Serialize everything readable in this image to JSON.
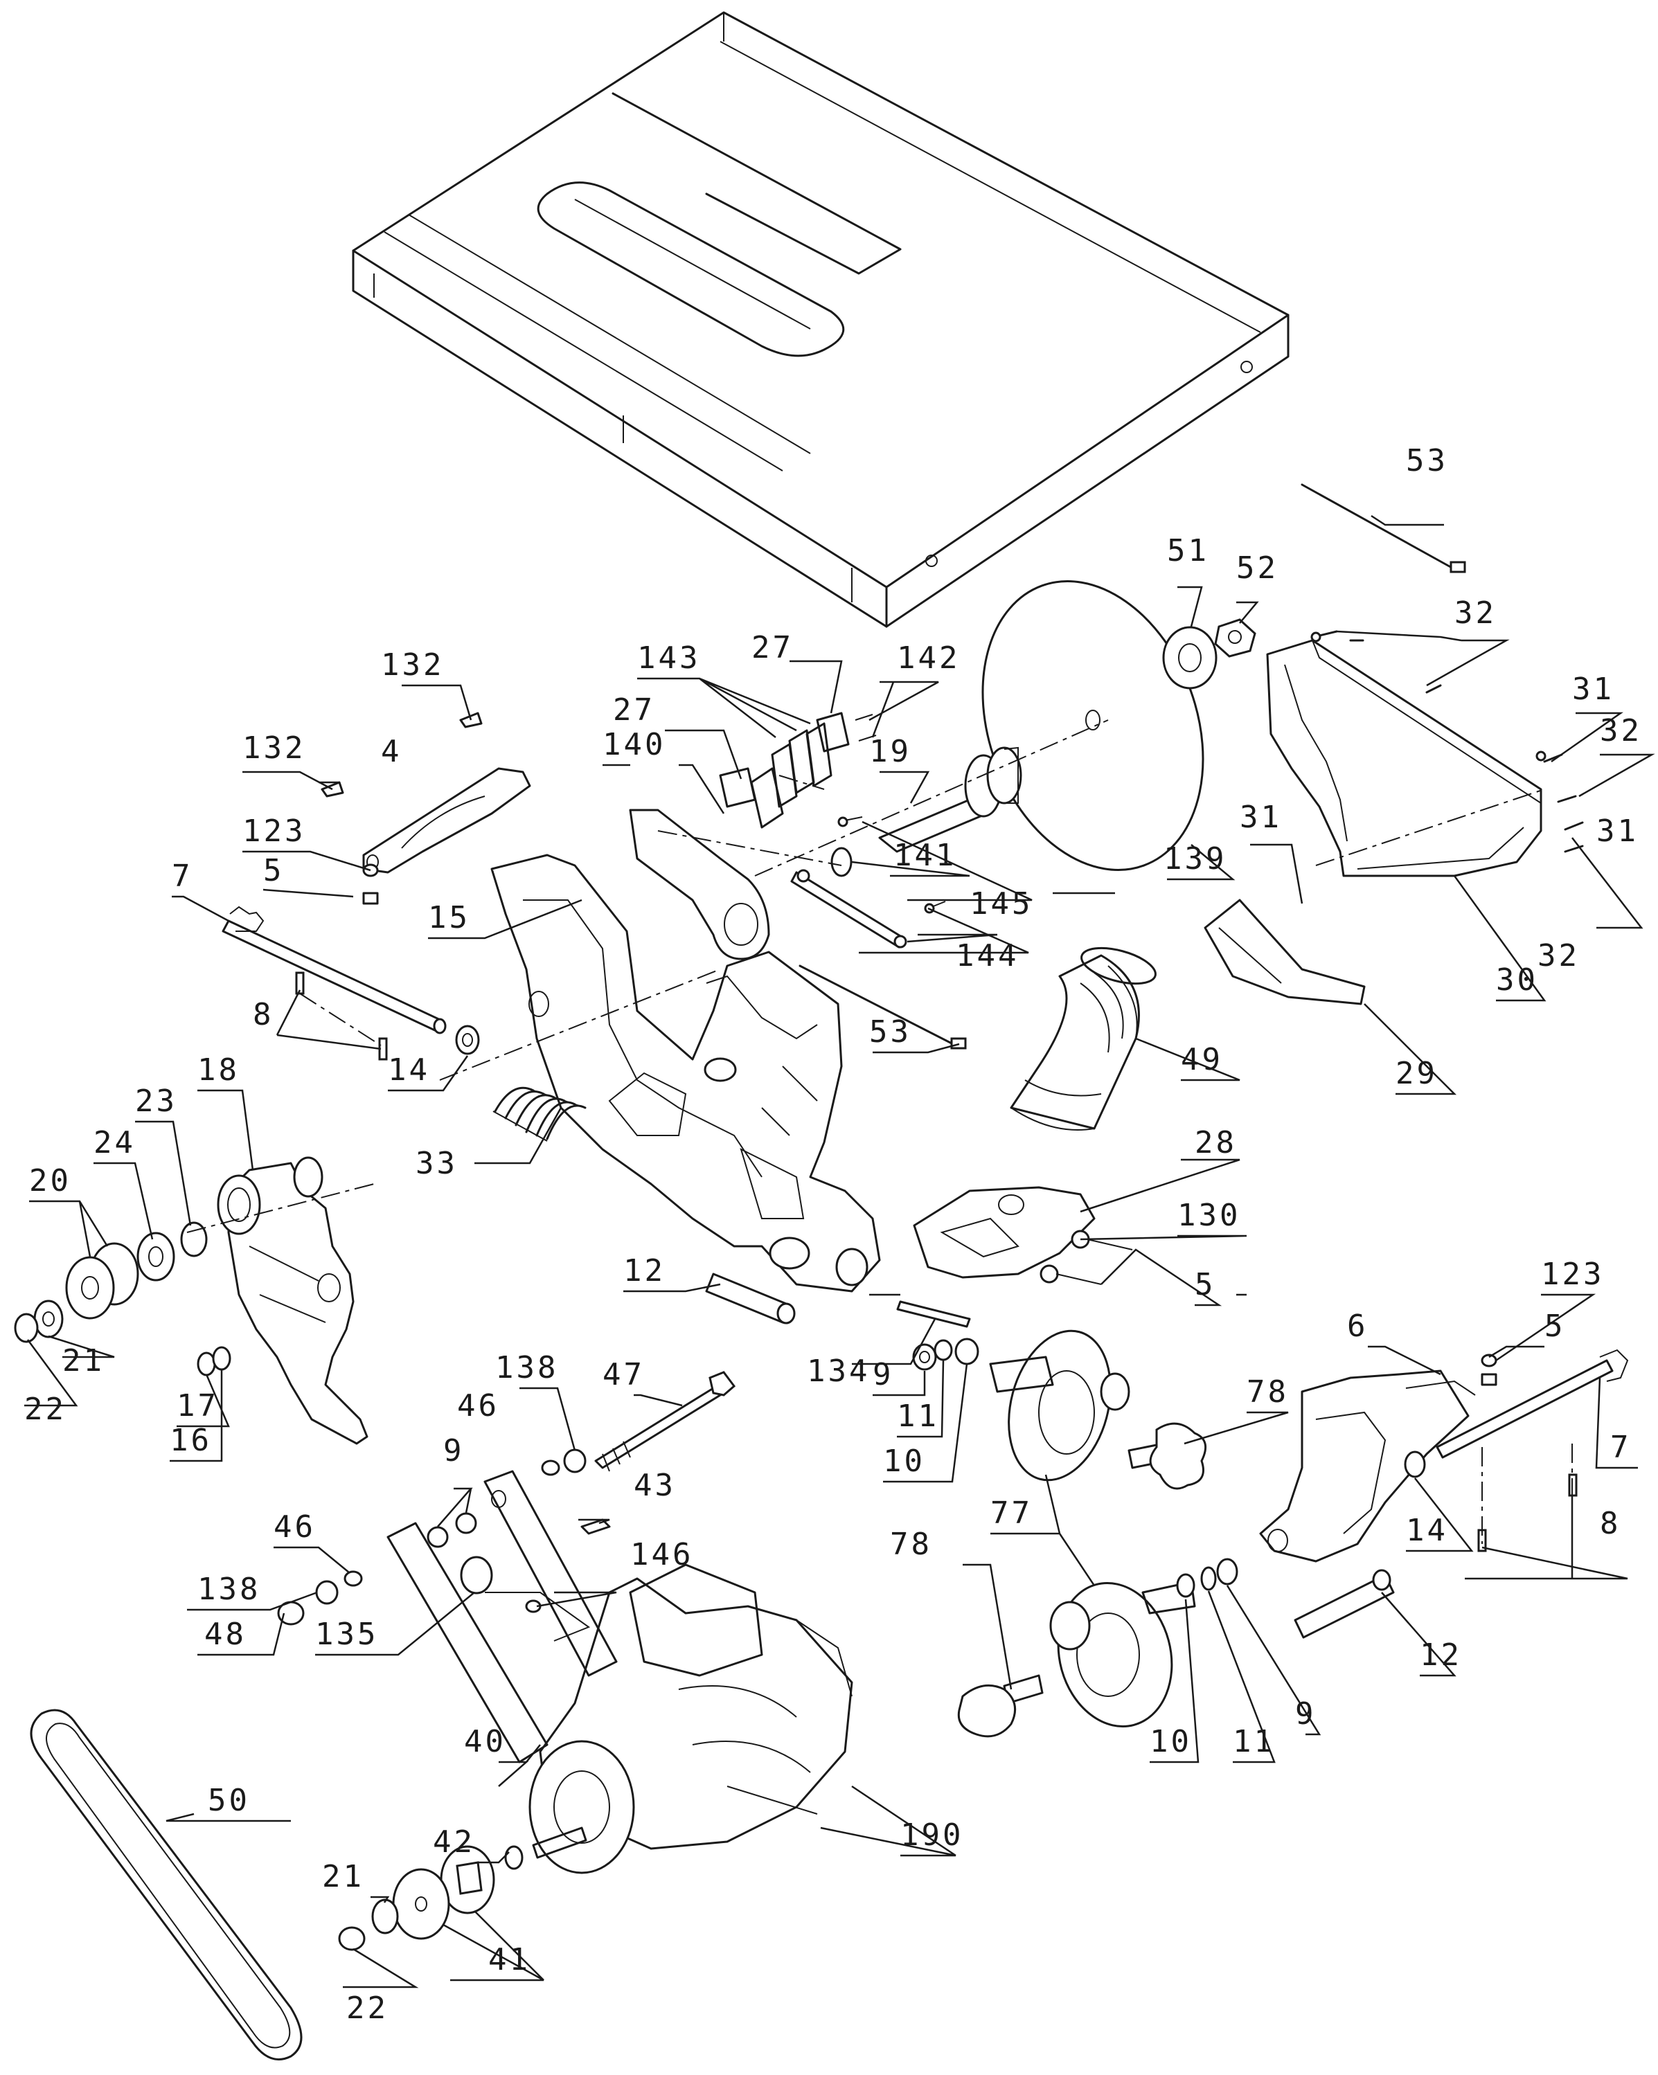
{
  "callouts": [
    {
      "id": "c53a",
      "text": "53"
    },
    {
      "id": "c51",
      "text": "51"
    },
    {
      "id": "c52",
      "text": "52"
    },
    {
      "id": "c32a",
      "text": "32"
    },
    {
      "id": "c143",
      "text": "143"
    },
    {
      "id": "c27a",
      "text": "27"
    },
    {
      "id": "c142",
      "text": "142"
    },
    {
      "id": "c31a",
      "text": "31"
    },
    {
      "id": "c32b",
      "text": "32"
    },
    {
      "id": "c132a",
      "text": "132"
    },
    {
      "id": "c27b",
      "text": "27"
    },
    {
      "id": "c19",
      "text": "19"
    },
    {
      "id": "c132b",
      "text": "132"
    },
    {
      "id": "c4",
      "text": "4"
    },
    {
      "id": "c140",
      "text": "140"
    },
    {
      "id": "c31b",
      "text": "31"
    },
    {
      "id": "c31c",
      "text": "31"
    },
    {
      "id": "c123a",
      "text": "123"
    },
    {
      "id": "c141",
      "text": "141"
    },
    {
      "id": "c139",
      "text": "139"
    },
    {
      "id": "c5a",
      "text": "5"
    },
    {
      "id": "c145",
      "text": "145"
    },
    {
      "id": "c32c",
      "text": "32"
    },
    {
      "id": "c7a",
      "text": "7"
    },
    {
      "id": "c15",
      "text": "15"
    },
    {
      "id": "c144",
      "text": "144"
    },
    {
      "id": "c30",
      "text": "30"
    },
    {
      "id": "c8a",
      "text": "8"
    },
    {
      "id": "c53b",
      "text": "53"
    },
    {
      "id": "c49",
      "text": "49"
    },
    {
      "id": "c14a",
      "text": "14"
    },
    {
      "id": "c29",
      "text": "29"
    },
    {
      "id": "c18",
      "text": "18"
    },
    {
      "id": "c23",
      "text": "23"
    },
    {
      "id": "c33",
      "text": "33"
    },
    {
      "id": "c28",
      "text": "28"
    },
    {
      "id": "c24",
      "text": "24"
    },
    {
      "id": "c20",
      "text": "20"
    },
    {
      "id": "c130",
      "text": "130"
    },
    {
      "id": "c12a",
      "text": "12"
    },
    {
      "id": "c5b",
      "text": "5"
    },
    {
      "id": "c123b",
      "text": "123"
    },
    {
      "id": "c6",
      "text": "6"
    },
    {
      "id": "c5c",
      "text": "5"
    },
    {
      "id": "c21a",
      "text": "21"
    },
    {
      "id": "c134",
      "text": "134"
    },
    {
      "id": "c22a",
      "text": "22"
    },
    {
      "id": "c138a",
      "text": "138"
    },
    {
      "id": "c47",
      "text": "47"
    },
    {
      "id": "c9a",
      "text": "9"
    },
    {
      "id": "c78a",
      "text": "78"
    },
    {
      "id": "c17",
      "text": "17"
    },
    {
      "id": "c46a",
      "text": "46"
    },
    {
      "id": "c11a",
      "text": "11"
    },
    {
      "id": "c7b",
      "text": "7"
    },
    {
      "id": "c16",
      "text": "16"
    },
    {
      "id": "c10a",
      "text": "10"
    },
    {
      "id": "c9b",
      "text": "9"
    },
    {
      "id": "c43",
      "text": "43"
    },
    {
      "id": "c14b",
      "text": "14"
    },
    {
      "id": "c77",
      "text": "77"
    },
    {
      "id": "c8b",
      "text": "8"
    },
    {
      "id": "c46b",
      "text": "46"
    },
    {
      "id": "c146",
      "text": "146"
    },
    {
      "id": "c138b",
      "text": "138"
    },
    {
      "id": "c48",
      "text": "48"
    },
    {
      "id": "c135",
      "text": "135"
    },
    {
      "id": "c78b",
      "text": "78"
    },
    {
      "id": "c12b",
      "text": "12"
    },
    {
      "id": "c10b",
      "text": "10"
    },
    {
      "id": "c11b",
      "text": "11"
    },
    {
      "id": "c9c",
      "text": "9"
    },
    {
      "id": "c50",
      "text": "50"
    },
    {
      "id": "c40",
      "text": "40"
    },
    {
      "id": "c42",
      "text": "42"
    },
    {
      "id": "c190",
      "text": "190"
    },
    {
      "id": "c21b",
      "text": "21"
    },
    {
      "id": "c41",
      "text": "41"
    },
    {
      "id": "c22b",
      "text": "22"
    }
  ]
}
